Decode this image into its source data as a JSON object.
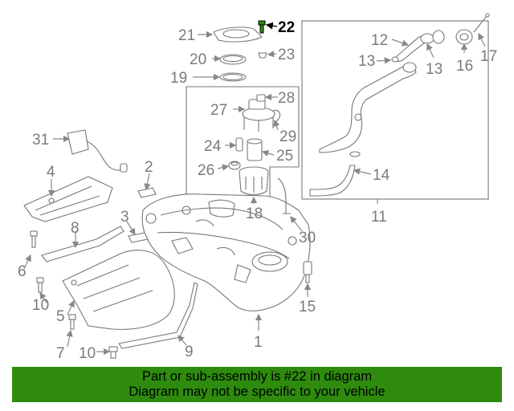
{
  "diagram": {
    "labels": {
      "p1": "1",
      "p2": "2",
      "p3": "3",
      "p4": "4",
      "p5": "5",
      "p6": "6",
      "p7": "7",
      "p8": "8",
      "p9": "9",
      "p10a": "10",
      "p10b": "10",
      "p11": "11",
      "p12": "12",
      "p13a": "13",
      "p13b": "13",
      "p14": "14",
      "p15": "15",
      "p16": "16",
      "p17": "17",
      "p18": "18",
      "p19": "19",
      "p20": "20",
      "p21": "21",
      "p22": "22",
      "p23": "23",
      "p24": "24",
      "p25": "25",
      "p26": "26",
      "p27": "27",
      "p28": "28",
      "p29": "29",
      "p30": "30",
      "p31": "31"
    },
    "highlight_part": "22",
    "highlight_color": "#2e8b0e"
  },
  "banner": {
    "line1": "Part or sub-assembly is #22 in diagram",
    "line2": "Diagram may not be specific to your vehicle",
    "background": "#2e8b0e"
  }
}
